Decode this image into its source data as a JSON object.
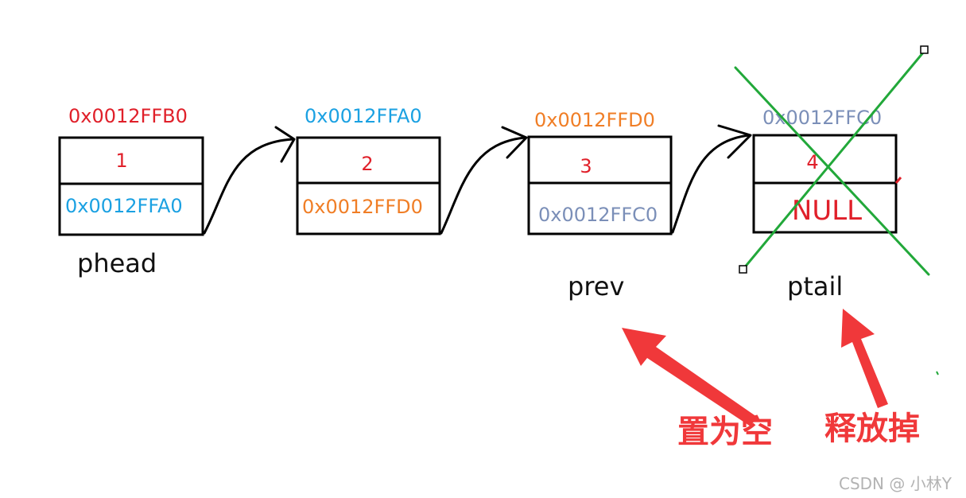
{
  "nodes": [
    {
      "address": "0x0012FFB0",
      "value": "1",
      "next": "0x0012FFA0",
      "label": "phead"
    },
    {
      "address": "0x0012FFA0",
      "value": "2",
      "next": "0x0012FFD0",
      "label": ""
    },
    {
      "address": "0x0012FFD0",
      "value": "3",
      "next": "0x0012FFC0",
      "label": "prev"
    },
    {
      "address": "0x0012FFC0",
      "value": "4",
      "next": "NULL",
      "label": "ptail"
    }
  ],
  "annotations": {
    "set_null": "置为空",
    "free": "释放掉"
  },
  "watermark": "CSDN @ 小林Y",
  "colors": {
    "red": "#e0202a",
    "blue": "#1ba1e2",
    "orange": "#f07e26",
    "slate": "#7b8fb8",
    "green": "#22a83a",
    "arrow_red": "#f0383a"
  }
}
